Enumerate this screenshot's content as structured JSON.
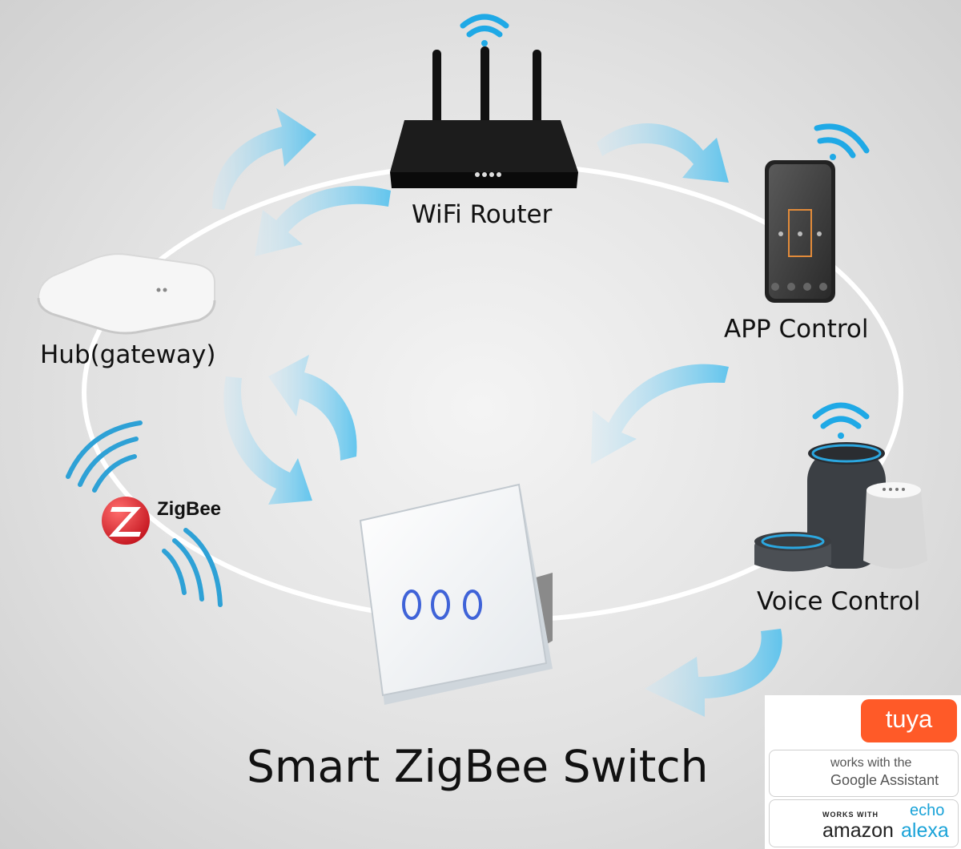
{
  "labels": {
    "router": "WiFi Router",
    "app": "APP Control",
    "hub": "Hub(gateway)",
    "voice": "Voice Control",
    "main": "Smart ZigBee Switch"
  },
  "zigbee": {
    "text": "ZigBee"
  },
  "badges": {
    "tuya": "tuya",
    "google_line1": "works with the",
    "google_line2": "Google Assistant",
    "alexa_works_with": "WORKS WITH",
    "alexa_amazon": "amazon",
    "alexa_echo": "echo",
    "alexa_alexa": "alexa"
  },
  "colors": {
    "wifi": "#1fa9e6",
    "arrow": "#6ccaf0",
    "tuya": "#ff5a28",
    "zigbee_red": "#e4232d",
    "alexa": "#1aa3d8",
    "switch_led": "#3f63d8"
  }
}
